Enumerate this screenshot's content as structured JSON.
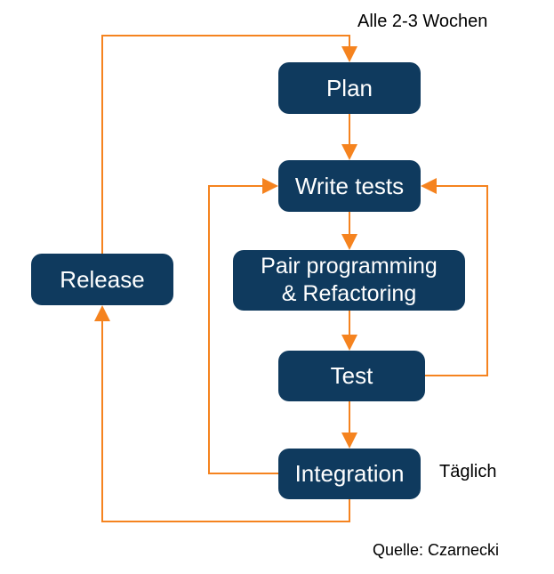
{
  "colors": {
    "node_fill": "#0f3a5e",
    "node_text": "#ffffff",
    "arrow": "#f5831f",
    "label_text": "#000000",
    "background": "#ffffff"
  },
  "labels": {
    "cycle": "Alle 2-3 Wochen",
    "daily": "Täglich",
    "source": "Quelle: Czarnecki"
  },
  "nodes": {
    "plan": {
      "label": "Plan"
    },
    "write_tests": {
      "label": "Write tests"
    },
    "pair": {
      "label": "Pair programming & Refactoring",
      "lines": [
        "Pair programming",
        "& Refactoring"
      ]
    },
    "test": {
      "label": "Test"
    },
    "integration": {
      "label": "Integration"
    },
    "release": {
      "label": "Release"
    }
  },
  "edges": [
    {
      "from": "Plan",
      "to": "Write tests"
    },
    {
      "from": "Write tests",
      "to": "Pair programming & Refactoring"
    },
    {
      "from": "Pair programming & Refactoring",
      "to": "Test"
    },
    {
      "from": "Test",
      "to": "Integration"
    },
    {
      "from": "Test",
      "to": "Write tests",
      "note": "feedback loop (right)"
    },
    {
      "from": "Integration",
      "to": "Write tests",
      "note": "feedback loop (left)"
    },
    {
      "from": "Integration",
      "to": "Release",
      "note": "Täglich"
    },
    {
      "from": "Release",
      "to": "Plan",
      "note": "Alle 2-3 Wochen"
    }
  ]
}
